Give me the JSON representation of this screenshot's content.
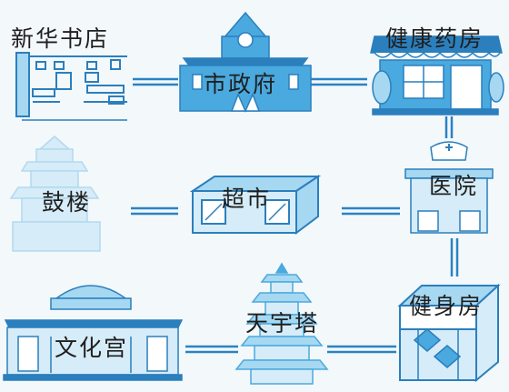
{
  "colors": {
    "background": "#f3f8fb",
    "connector": "#2a83c4",
    "building_fill": "#4aa9de",
    "building_fill_light": "#a6d8f2",
    "building_stroke": "#2b7fbd",
    "text": "#1f1f1f"
  },
  "places": [
    {
      "id": "xinhua-bookstore",
      "label": "新华书店"
    },
    {
      "id": "city-hall",
      "label": "市政府"
    },
    {
      "id": "health-pharmacy",
      "label": "健康药房"
    },
    {
      "id": "drum-tower",
      "label": "鼓楼"
    },
    {
      "id": "supermarket",
      "label": "超市"
    },
    {
      "id": "hospital",
      "label": "医院"
    },
    {
      "id": "culture-palace",
      "label": "文化宫"
    },
    {
      "id": "tianyu-pagoda",
      "label": "天宇塔"
    },
    {
      "id": "fitness-house",
      "label": "健身房"
    }
  ],
  "connections": [
    [
      "xinhua-bookstore",
      "city-hall"
    ],
    [
      "city-hall",
      "health-pharmacy"
    ],
    [
      "health-pharmacy",
      "hospital"
    ],
    [
      "drum-tower",
      "supermarket"
    ],
    [
      "supermarket",
      "hospital"
    ],
    [
      "hospital",
      "fitness-house"
    ],
    [
      "culture-palace",
      "tianyu-pagoda"
    ],
    [
      "tianyu-pagoda",
      "fitness-house"
    ]
  ]
}
